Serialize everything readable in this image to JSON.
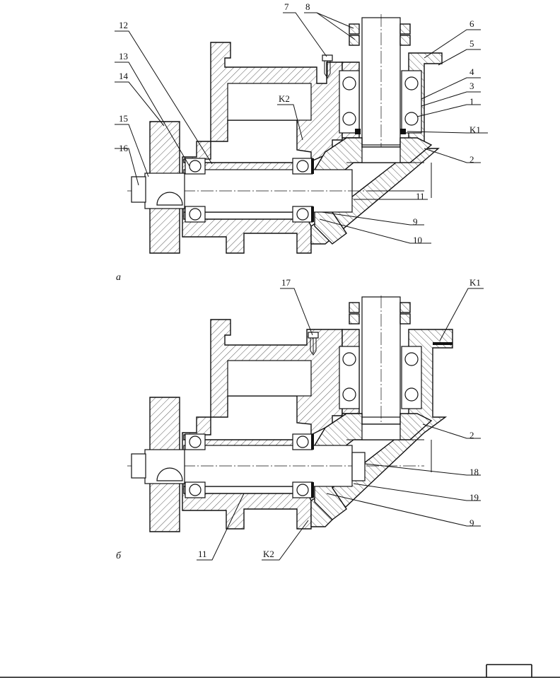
{
  "figure_a": {
    "caption": "а",
    "labels": {
      "l1": "1",
      "l2": "2",
      "l3": "3",
      "l4": "4",
      "l5": "5",
      "l6": "6",
      "l7": "7",
      "l8": "8",
      "l9": "9",
      "l10": "10",
      "l11": "11",
      "l12": "12",
      "l13": "13",
      "l14": "14",
      "l15": "15",
      "l16": "16",
      "k1": "K1",
      "k2": "K2"
    }
  },
  "figure_b": {
    "caption": "б",
    "labels": {
      "l17": "17",
      "k1": "K1",
      "l2": "2",
      "l18": "18",
      "l19": "19",
      "l9": "9",
      "l11": "11",
      "k2": "K2"
    }
  }
}
